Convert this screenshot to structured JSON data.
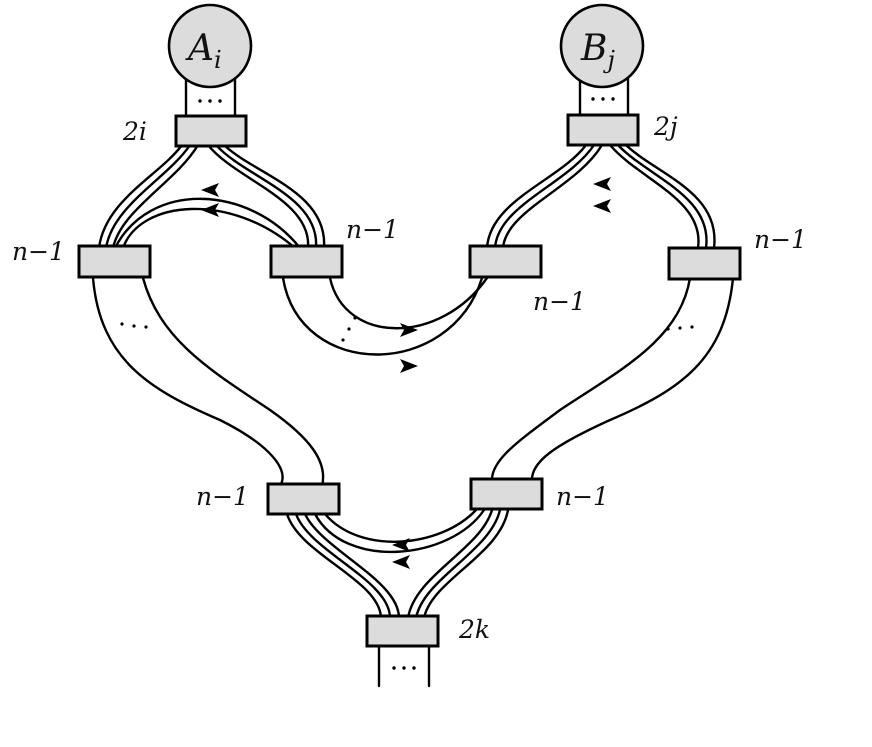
{
  "nodes": [
    {
      "id": "A",
      "letter": "A",
      "sub": "i"
    },
    {
      "id": "B",
      "letter": "B",
      "sub": "j"
    }
  ],
  "labels": {
    "top_left_box": "2i",
    "top_right_box": "2j",
    "left_outer_box": "n−1",
    "left_inner_box": "n−1",
    "right_inner_box": "n−1",
    "right_outer_box": "n−1",
    "bottom_left_box": "n−1",
    "bottom_right_box": "n−1",
    "bottom_box": "2k"
  },
  "ellipsis": "···"
}
